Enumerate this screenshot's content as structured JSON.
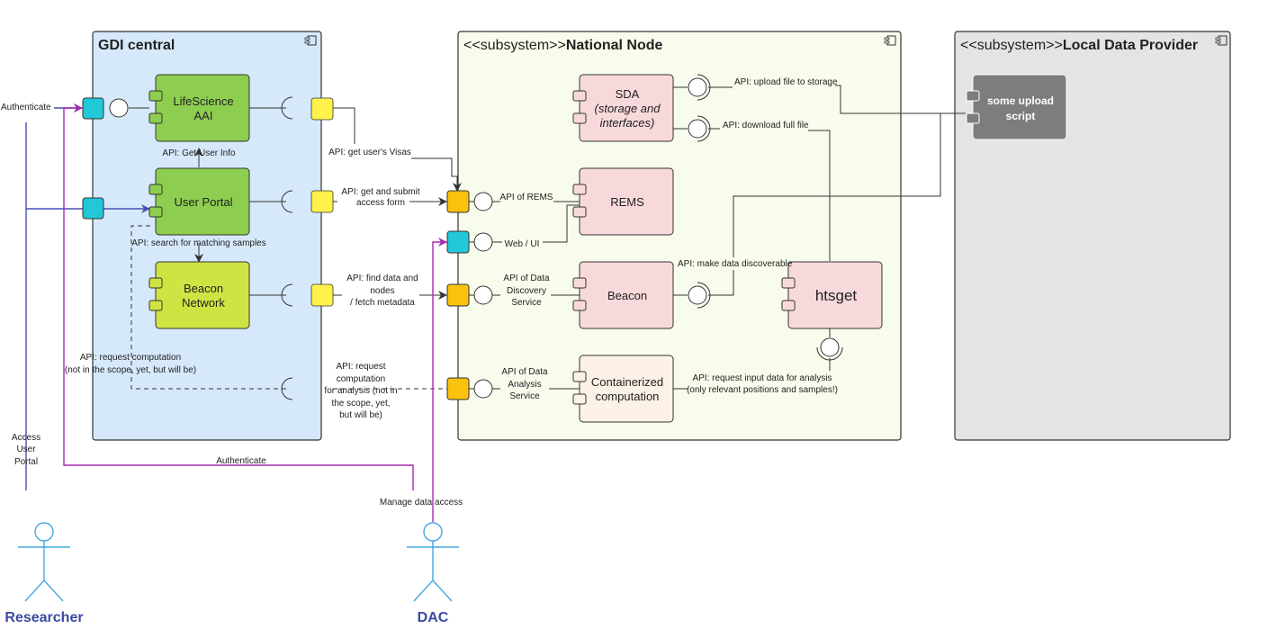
{
  "containers": {
    "gdi": {
      "title": "GDI central"
    },
    "national": {
      "stereotype": "<<subsystem>>",
      "title": "National Node"
    },
    "local": {
      "stereotype": "<<subsystem>>",
      "title": "Local Data Provider"
    }
  },
  "components": {
    "lsaai": [
      "LifeScience",
      "AAI"
    ],
    "portal": [
      "User Portal"
    ],
    "beacon_network": [
      "Beacon",
      "Network"
    ],
    "sda_title": "SDA",
    "sda_sub": [
      "(storage and",
      "interfaces)"
    ],
    "rems": [
      "REMS"
    ],
    "beacon": [
      "Beacon"
    ],
    "htsget": [
      "htsget"
    ],
    "container": [
      "Containerized",
      "computation"
    ],
    "upload": [
      "some upload",
      "script"
    ]
  },
  "labels": {
    "authenticate_left": "Authenticate",
    "get_user_info": "API: Get User Info",
    "search_samples": "API: search for matching samples",
    "request_computation": [
      "API: request computation",
      "(not in the scope, yet, but will be)"
    ],
    "get_visas": "API: get user's Visas",
    "access_form": [
      "API: get and submit",
      "access form"
    ],
    "find_data": [
      "API: find data and",
      "nodes",
      "/ fetch metadata"
    ],
    "request_analysis": [
      "API: request",
      "computation",
      "for analysis (not in",
      "the scope, yet,",
      "but will be)"
    ],
    "api_rems": "API of REMS",
    "web_ui": "Web / UI",
    "api_discovery": [
      "API of Data",
      "Discovery",
      "Service"
    ],
    "api_analysis": [
      "API of Data",
      "Analysis",
      "Service"
    ],
    "upload_storage": "API: upload file to storage",
    "download_file": "API: download full file",
    "make_discoverable": "API: make data discoverable",
    "request_input": [
      "API: request input data for analysis",
      "(only relevant positions and samples!)"
    ],
    "access_portal": [
      "Access",
      "User",
      "Portal"
    ],
    "authenticate_bottom": "Authenticate",
    "manage_access": "Manage data access"
  },
  "actors": {
    "researcher": "Researcher",
    "dac": "DAC"
  },
  "colors": {
    "gdi_bg": "#d6e9fa",
    "national_bg": "#f8fcec",
    "local_bg": "#e4e4e4",
    "green": "#8dcd4f",
    "lime": "#cfe443",
    "pink": "#f8d9db",
    "cream": "#fbf1e6",
    "gray": "#7d7d7d",
    "port_cyan": "#21c8d7",
    "port_yellow": "#fff34b",
    "port_orange": "#fbc20d",
    "actor": "#46a8e0",
    "actor_text": "#3b4aa2",
    "blue_line": "#4a4fb4",
    "purple_line": "#a32ab0"
  }
}
